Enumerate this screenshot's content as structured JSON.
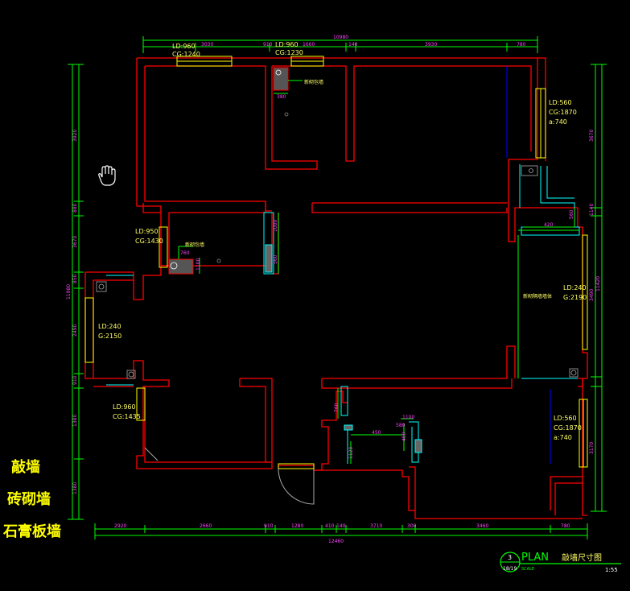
{
  "legend": [
    "敲墙",
    "砖砌墙",
    "石膏板墙"
  ],
  "title_block": {
    "sheet_number": "3",
    "sheet_ref": "18/19",
    "word": "PLAN",
    "name": "敲墙尺寸图",
    "scale_label": "SCALE",
    "scale": "1:55"
  },
  "window_labels": [
    {
      "ld": "LD:960",
      "cg": "CG:1240"
    },
    {
      "ld": "LD:960",
      "cg": "CG:1230"
    },
    {
      "ld": "LD:560",
      "cg": "CG:1870",
      "extra": "a:740"
    },
    {
      "ld": "LD:950",
      "cg": "CG:1430"
    },
    {
      "ld": "LD:240",
      "cg": "G:2150"
    },
    {
      "ld": "LD:240",
      "cg": "G:2190"
    },
    {
      "ld": "LD:960",
      "cg": "CG:1435"
    },
    {
      "ld": "LD:560",
      "cg": "CG:1870",
      "extra": "a:740"
    }
  ],
  "notes": [
    "新砌包墙",
    "新砌包墙",
    "新砌隔墙墙体"
  ],
  "top_dims": [
    "3030",
    "910",
    "1660",
    "140",
    "3930",
    "780"
  ],
  "top_total": "10980",
  "bottom_dims": [
    "2920",
    "2660",
    "910",
    "1280",
    "410",
    "140",
    "3710",
    "300",
    "3460",
    "780"
  ],
  "bottom_total": "12460",
  "left_dims": [
    "3920",
    "880",
    "3670",
    "850",
    "2490",
    "910",
    "1380",
    "1380"
  ],
  "left_total": "11980",
  "right_dims": [
    "3670",
    "1140",
    "3490",
    "3170"
  ],
  "right_total": "11420",
  "inner_dims": [
    "380",
    "1000",
    "560",
    "760",
    "1100",
    "420",
    "560",
    "760",
    "450",
    "1100",
    "400",
    "1120",
    "580"
  ]
}
